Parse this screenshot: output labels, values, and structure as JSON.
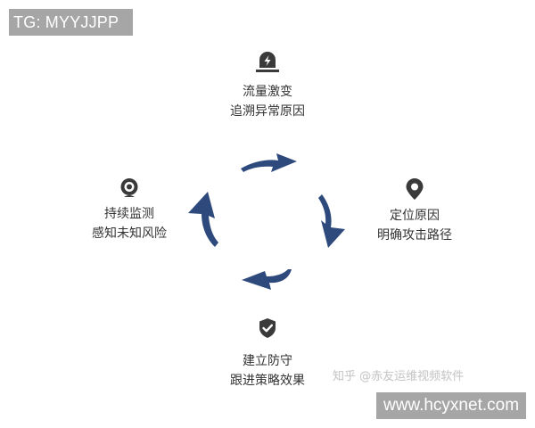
{
  "watermarks": {
    "top_left": "TG: MYYJJPP",
    "bottom_right": "www.hcyxnet.com",
    "zhihu": "知乎 @赤友运维视频软件"
  },
  "diagram": {
    "type": "cycle",
    "arrow_color": "#2e4a7c",
    "icon_color": "#3a3a3a",
    "nodes": [
      {
        "id": "top",
        "icon": "alarm-light-icon",
        "line1": "流量激变",
        "line2": "追溯异常原因"
      },
      {
        "id": "right",
        "icon": "location-pin-icon",
        "line1": "定位原因",
        "line2": "明确攻击路径"
      },
      {
        "id": "bottom",
        "icon": "shield-check-icon",
        "line1": "建立防守",
        "line2": "跟进策略效果"
      },
      {
        "id": "left",
        "icon": "webcam-icon",
        "line1": "持续监测",
        "line2": "感知未知风险"
      }
    ],
    "flow": [
      "top",
      "right",
      "bottom",
      "left",
      "top"
    ]
  }
}
